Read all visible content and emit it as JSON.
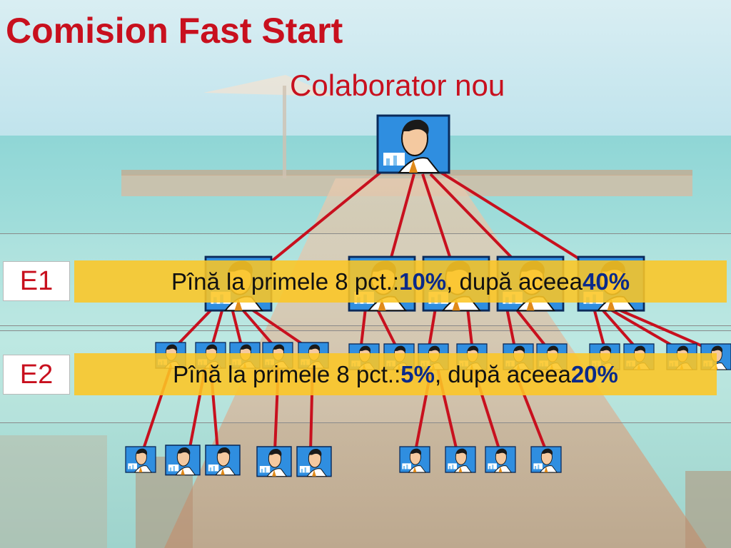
{
  "slide": {
    "title": "Comision Fast Start",
    "subtitle": "Colaborator nou"
  },
  "levels": [
    {
      "label": "E1",
      "text_before": "Pînă la primele 8 pct.: ",
      "pct_first": "10%",
      "text_middle": ", după aceea ",
      "pct_after": "40%"
    },
    {
      "label": "E2",
      "text_before": "Pînă la primele 8 pct.: ",
      "pct_first": "5%",
      "text_middle": ", după aceea ",
      "pct_after": "20%"
    }
  ],
  "colors": {
    "title": "#c8101e",
    "connector": "#c8101e",
    "band_fill": "#fcc624",
    "percent": "#0a2a8a"
  },
  "icons": {
    "person": "businessman-icon"
  }
}
